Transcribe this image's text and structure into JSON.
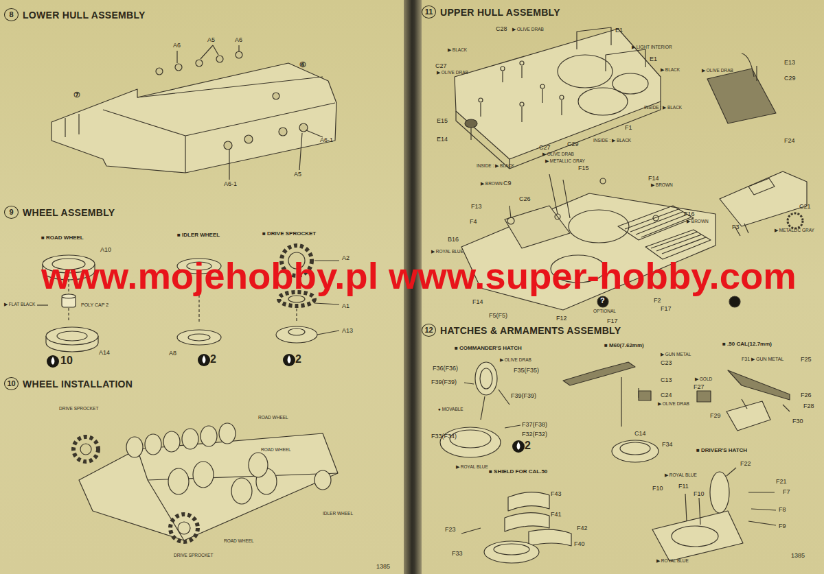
{
  "diagram": {
    "nodes": [
      {
        "text": [
          "8",
          "LOWER HULL ASSEMBLY"
        ]
      },
      {
        "text": [
          "9",
          "WHEEL ASSEMBLY"
        ]
      },
      {
        "text": [
          "10",
          "WHEEL INSTALLATION"
        ]
      },
      {
        "text": [
          "11",
          "UPPER HULL ASSEMBLY"
        ]
      },
      {
        "text": [
          "12",
          "HATCHES & ARMAMENTS ASSEMBLY"
        ]
      }
    ],
    "labels": [
      "A6",
      "A5",
      "A6",
      "⑥",
      "⑦",
      "A6-1",
      "A5",
      "A6-1",
      "■ ROAD WHEEL",
      "■ IDLER WHEEL",
      "■ DRIVE SPROCKET",
      "A10",
      "▶ FLAT BLACK",
      "POLY CAP 2",
      "A14",
      "10",
      "A8",
      "2",
      "A2",
      "A1",
      "A13",
      "2",
      "DRIVE SPROCKET",
      "ROAD WHEEL",
      "ROAD WHEEL",
      "IDLER WHEEL",
      "ROAD WHEEL",
      "DRIVE SPROCKET",
      "1385",
      "C28",
      "▶ OLIVE DRAB",
      "E1",
      "▶ BLACK",
      "▶ LIGHT INTERIOR",
      "C27",
      "▶ OLIVE DRAB",
      "E1",
      "▶ BLACK",
      "INSIDE : ▶ BLACK",
      "E15",
      "F1",
      "E14",
      "C27",
      "C29",
      "INSIDE : ▶ BLACK",
      "▶ OLIVE DRAB",
      "▶ METALLIC GRAY",
      "INSIDE : ▶ BLACK",
      "F15",
      "▶ OLIVE DRAB",
      "E13",
      "C29",
      "F24",
      "▶ BROWN",
      "C9",
      "F14",
      "▶ BROWN",
      "C26",
      "F13",
      "F16",
      "▶ BROWN",
      "F4",
      "C21",
      "F3",
      "▶ METALLIC GRAY",
      "B16",
      "▶ ROYAL BLUE",
      "F14",
      "OPTIONAL",
      "F2",
      "F17",
      "F5(F5)",
      "F12",
      "F17",
      "■ COMMANDER'S HATCH",
      "F36(F36)",
      "▶ OLIVE DRAB",
      "F35(F35)",
      "F39(F39)",
      "F39(F39)",
      "● MOVABLE",
      "F37(F38)",
      "F32(F32)",
      "F33(F34)",
      "2",
      "▶ ROYAL BLUE",
      "■ SHIELD FOR CAL.50",
      "F43",
      "F41",
      "F23",
      "F42",
      "F40",
      "F33",
      "■ M60(7.62mm)",
      "▶ GUN METAL",
      "C23",
      "C13",
      "C24",
      "▶ OLIVE DRAB",
      "C14",
      "F34",
      "■ .50 CAL(12.7mm)",
      "F31 ▶ GUN METAL",
      "F25",
      "▶ GOLD",
      "F27",
      "F26",
      "F28",
      "F29",
      "F30",
      "■ DRIVER'S HATCH",
      "F22",
      "▶ ROYAL BLUE",
      "F21",
      "F10",
      "F11",
      "F10",
      "F7",
      "F8",
      "F9",
      "▶ ROYAL BLUE",
      "1385",
      "www.mojehobby.pl www.super-hobby.com",
      "?"
    ]
  }
}
